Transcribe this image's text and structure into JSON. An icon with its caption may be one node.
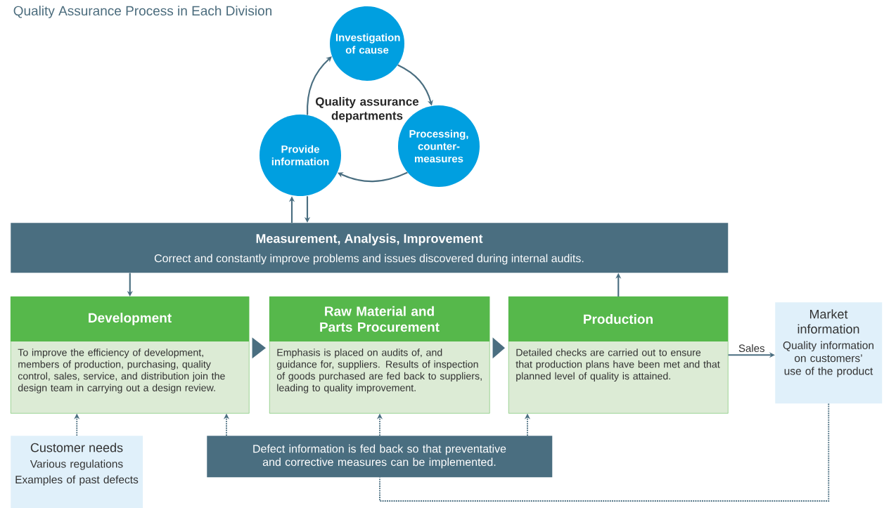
{
  "diagram": {
    "title": "Quality Assurance Process in Each Division",
    "nodes": [
      {
        "text": [
          "Investigation of cause"
        ]
      },
      {
        "text": [
          "Processing, counter-measures"
        ]
      },
      {
        "text": [
          "Provide information"
        ]
      },
      {
        "text": [
          "Measurement, Analysis, Improvement",
          "Correct and constantly improve problems and issues discovered during internal audits."
        ]
      },
      {
        "text": [
          "Development",
          "To improve the efficiency of development, members of production, purchasing, quality control, sales, service, and distribution join the design team in carrying out a design review."
        ]
      },
      {
        "text": [
          "Raw Material and Parts Procurement",
          "Emphasis is placed on audits of, and guidance for, suppliers. Results of inspection of goods purchased are fed back to suppliers, leading to quality improvement."
        ]
      },
      {
        "text": [
          "Production",
          "Detailed checks are carried out to ensure that production plans have been met and that planned level of quality is attained."
        ]
      },
      {
        "text": [
          "Market information",
          "Quality information on customers’ use of the product"
        ]
      },
      {
        "text": [
          "Customer needs",
          "Various regulations",
          "Examples of past defects"
        ]
      },
      {
        "text": [
          "Defect information is fed back so that preventative and corrective measures can be implemented."
        ]
      }
    ],
    "edges": [
      {
        "from": 0,
        "to": 1,
        "arrow": "to"
      },
      {
        "from": 1,
        "to": 2,
        "arrow": "to"
      },
      {
        "from": 2,
        "to": 0,
        "arrow": "to"
      },
      {
        "from": 3,
        "to": 2,
        "arrow": "to"
      },
      {
        "from": 2,
        "to": 3,
        "arrow": "to"
      },
      {
        "from": 3,
        "to": 4,
        "arrow": "to"
      },
      {
        "from": 4,
        "to": 5,
        "arrow": "to"
      },
      {
        "from": 5,
        "to": 6,
        "arrow": "to"
      },
      {
        "from": 6,
        "to": 3,
        "arrow": "to"
      },
      {
        "from": 6,
        "to": 7,
        "arrow": "to",
        "label": "Sales"
      },
      {
        "from": 8,
        "to": 4,
        "arrow": "to",
        "style": "dashed"
      },
      {
        "from": 9,
        "to": 4,
        "arrow": "to",
        "style": "dashed"
      },
      {
        "from": 9,
        "to": 5,
        "arrow": "to",
        "style": "dashed"
      },
      {
        "from": 9,
        "to": 6,
        "arrow": "to",
        "style": "dashed"
      },
      {
        "from": 7,
        "to": 9,
        "arrow": "none",
        "style": "dashed"
      }
    ],
    "labels": [
      "Quality assurance departments"
    ]
  }
}
